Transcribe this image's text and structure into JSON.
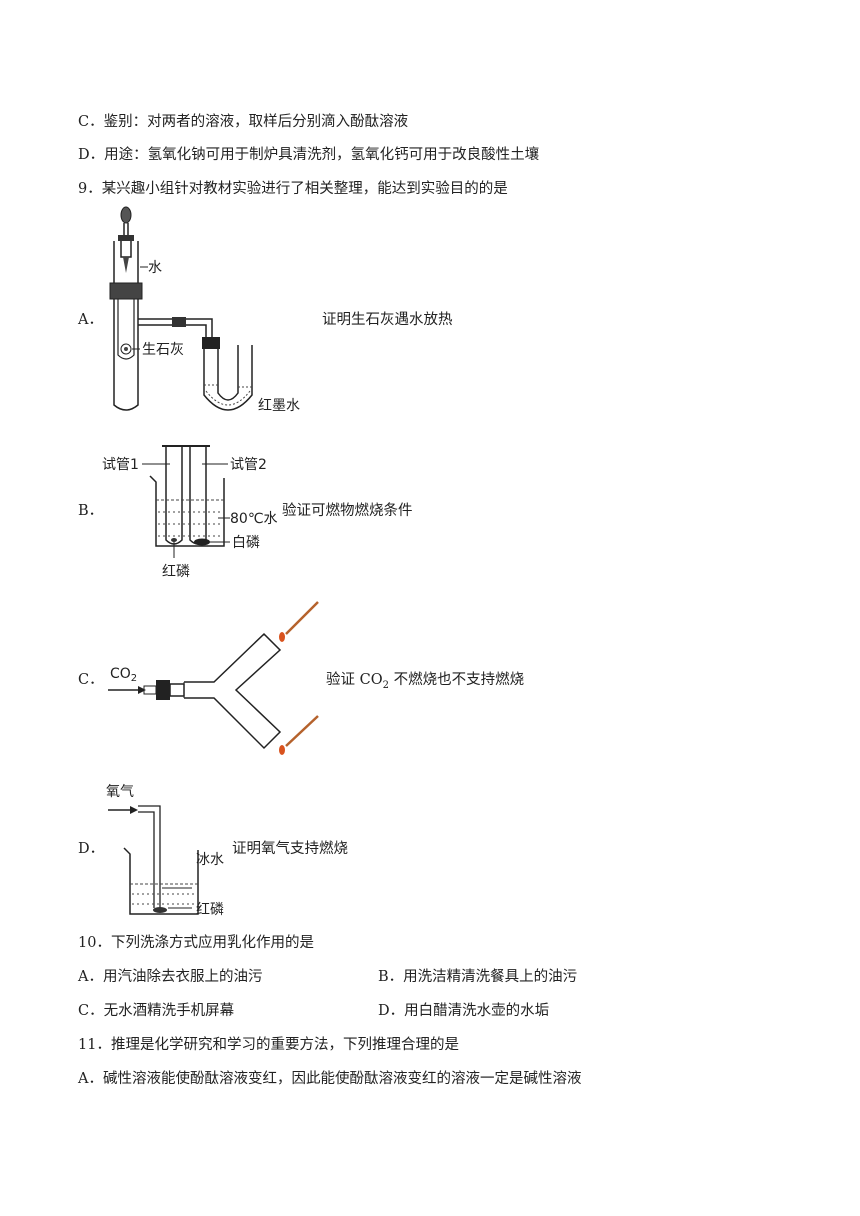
{
  "q8": {
    "option_c": "C．鉴别：对两者的溶液，取样后分别滴入酚酞溶液",
    "option_d": "D．用途：氢氧化钠可用于制炉具清洗剂，氢氧化钙可用于改良酸性土壤"
  },
  "q9": {
    "stem": "9．某兴趣小组针对教材实验进行了相关整理，能达到实验目的的是",
    "options": [
      {
        "letter": "A．",
        "caption": "证明生石灰遇水放热",
        "labels": {
          "water": "水",
          "lime": "生石灰",
          "ink": "红墨水"
        }
      },
      {
        "letter": "B．",
        "caption": "验证可燃物燃烧条件",
        "labels": {
          "tube1": "试管1",
          "tube2": "试管2",
          "water80": "80℃水",
          "white_p": "白磷",
          "red_p": "红磷"
        }
      },
      {
        "letter": "C．",
        "caption_pre": "验证 CO",
        "caption_sub": "2",
        "caption_post": " 不燃烧也不支持燃烧",
        "labels": {
          "gas": "CO",
          "gas_sub": "2"
        }
      },
      {
        "letter": "D．",
        "caption": "证明氧气支持燃烧",
        "labels": {
          "oxygen": "氧气",
          "ice_water": "冰水",
          "red_p": "红磷"
        }
      }
    ]
  },
  "q10": {
    "stem": "10．下列洗涤方式应用乳化作用的是",
    "options": [
      "A．用汽油除去衣服上的油污",
      "B．用洗洁精清洗餐具上的油污",
      "C．无水酒精洗手机屏幕",
      "D．用白醋清洗水壶的水垢"
    ]
  },
  "q11": {
    "stem": "11．推理是化学研究和学习的重要方法，下列推理合理的是",
    "option_a": "A．碱性溶液能使酚酞溶液变红，因此能使酚酞溶液变红的溶液一定是碱性溶液"
  },
  "colors": {
    "ink": "#222222",
    "flame": "#d9531e",
    "match": "#b5622c",
    "liquid": "#444444"
  }
}
